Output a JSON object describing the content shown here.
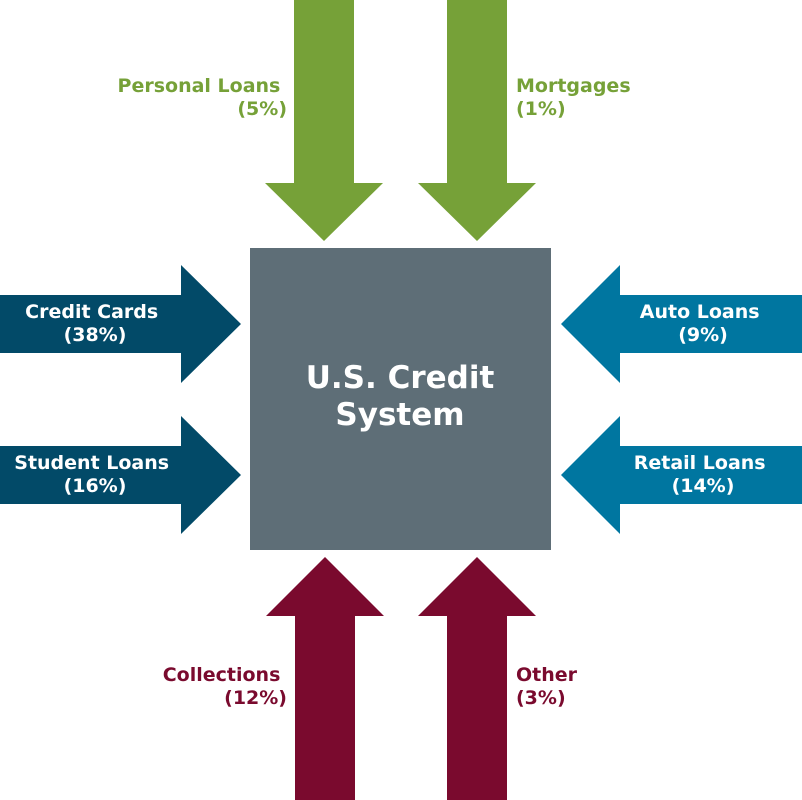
{
  "center": {
    "line1": "U.S. Credit",
    "line2": "System",
    "color": "#5e6e77"
  },
  "colors": {
    "green": "#76a138",
    "navy": "#024a68",
    "teal": "#0076a0",
    "maroon": "#7a0a2e"
  },
  "arrows": {
    "personal_loans": {
      "label": "Personal Loans",
      "pct": "(5%)"
    },
    "mortgages": {
      "label": "Mortgages",
      "pct": "(1%)"
    },
    "credit_cards": {
      "label": "Credit Cards",
      "pct": "(38%)"
    },
    "student_loans": {
      "label": "Student Loans",
      "pct": "(16%)"
    },
    "auto_loans": {
      "label": "Auto Loans",
      "pct": "(9%)"
    },
    "retail_loans": {
      "label": "Retail Loans",
      "pct": "(14%)"
    },
    "collections": {
      "label": "Collections",
      "pct": "(12%)"
    },
    "other": {
      "label": "Other",
      "pct": "(3%)"
    }
  }
}
